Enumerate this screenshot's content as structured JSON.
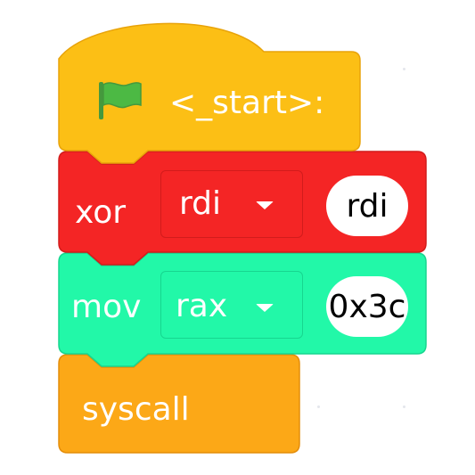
{
  "colors": {
    "hat_block": "#fcbf15",
    "hat_border": "#e8a30a",
    "xor_block": "#f42525",
    "xor_border": "#d21c1c",
    "mov_block": "#22f8a8",
    "mov_border": "#17d68f",
    "syscall_block": "#fca817",
    "syscall_border": "#e48d0a",
    "flag": "#4cb944",
    "reporter_fill": "#ffffff",
    "reporter_text": "#000000"
  },
  "script": {
    "hat": {
      "icon": "green-flag-icon",
      "label": "<_start>:"
    },
    "xor": {
      "opcode": "xor",
      "register": "rdi",
      "operand": "rdi"
    },
    "mov": {
      "opcode": "mov",
      "register": "rax",
      "operand": "0x3c"
    },
    "syscall": {
      "opcode": "syscall"
    }
  }
}
